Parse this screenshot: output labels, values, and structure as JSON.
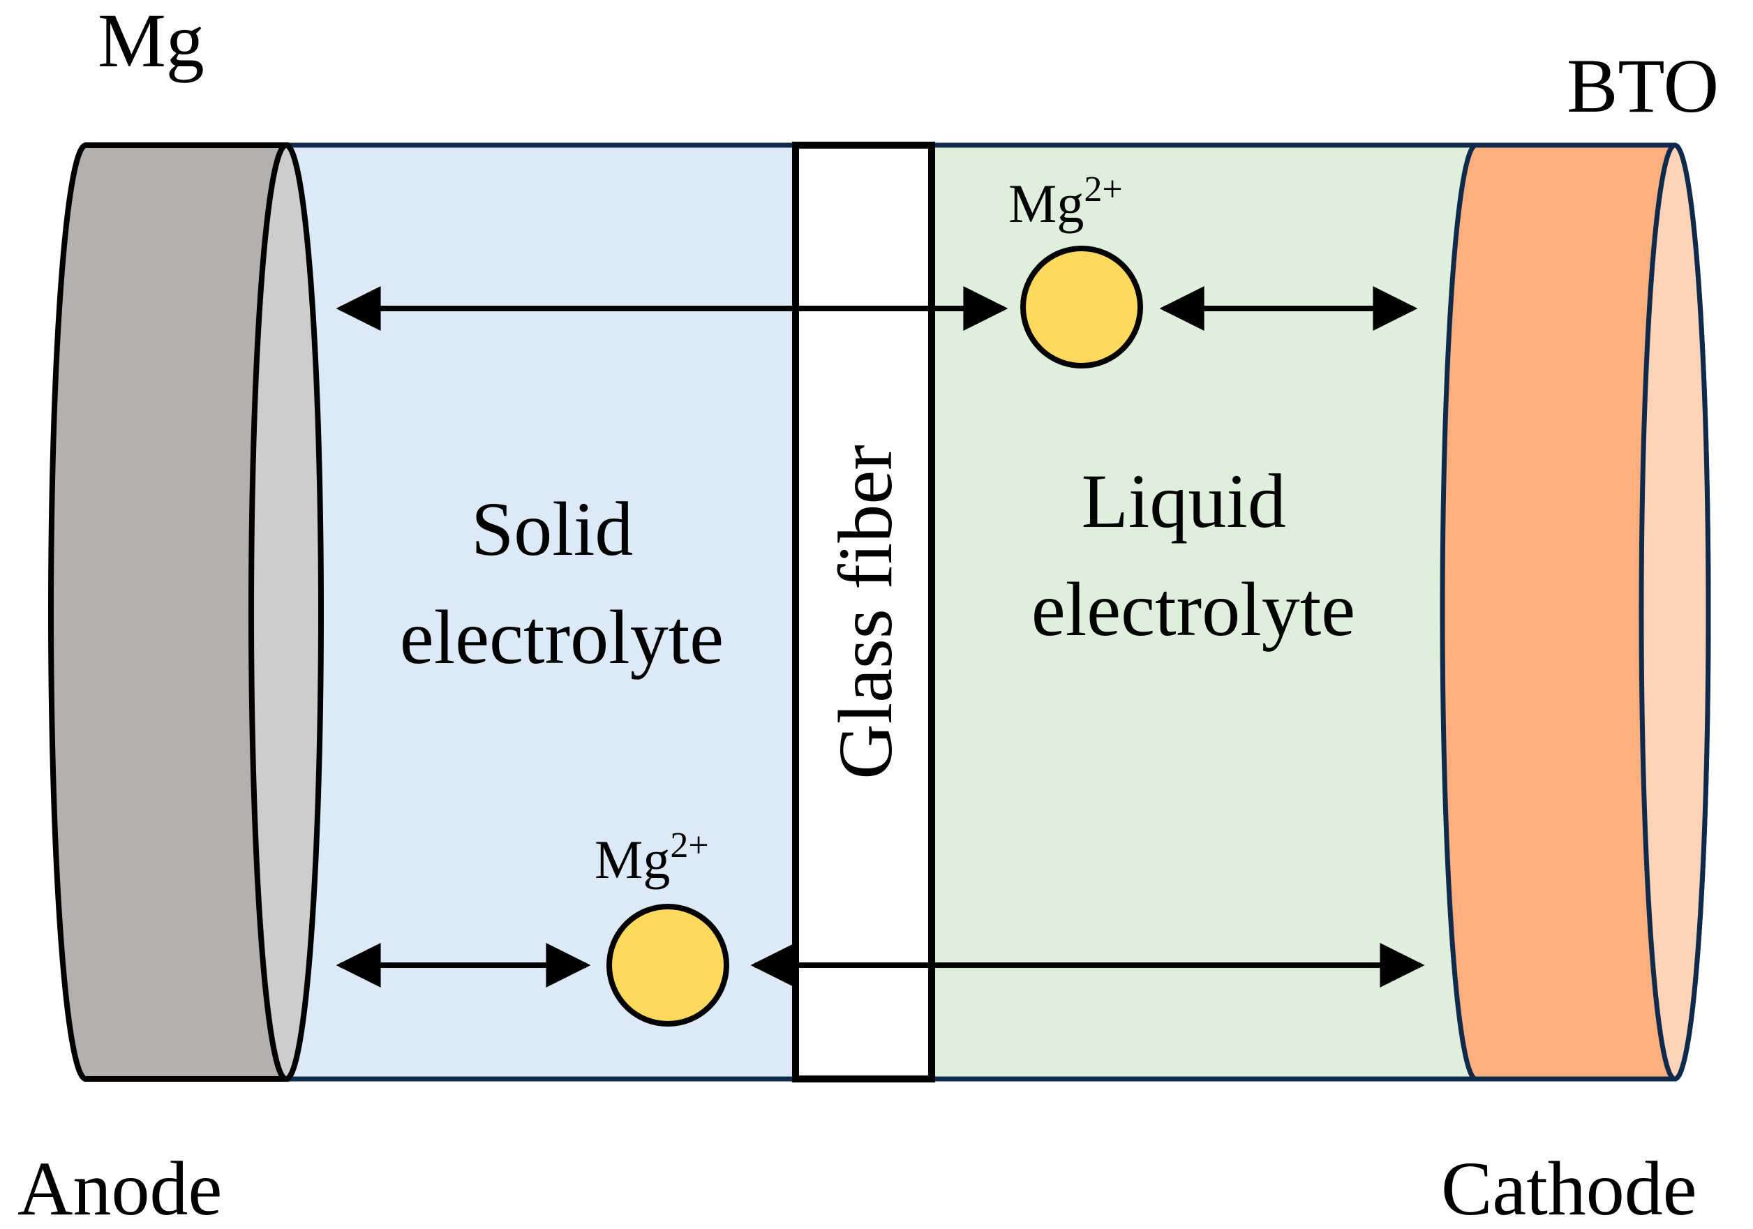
{
  "labels": {
    "anode_material": "Mg",
    "cathode_material": "BTO",
    "anode": "Anode",
    "cathode": "Cathode",
    "solid_line1": "Solid",
    "solid_line2": "electrolyte",
    "liquid_line1": "Liquid",
    "liquid_line2": "electrolyte",
    "separator": "Glass fiber",
    "ion_base": "Mg",
    "ion_charge": "2+"
  },
  "colors": {
    "anode_side": "#b3b0ae",
    "anode_face": "#cdcdcd",
    "solid_region": "#dbeaf6",
    "liquid_region": "#deefdb",
    "cathode_body": "#fdb07e",
    "cathode_face": "#fdd4b7",
    "ion_fill": "#fdd95e",
    "separator": "#ffffff",
    "outline": "#000000",
    "body_outline": "#0f2a4a"
  }
}
